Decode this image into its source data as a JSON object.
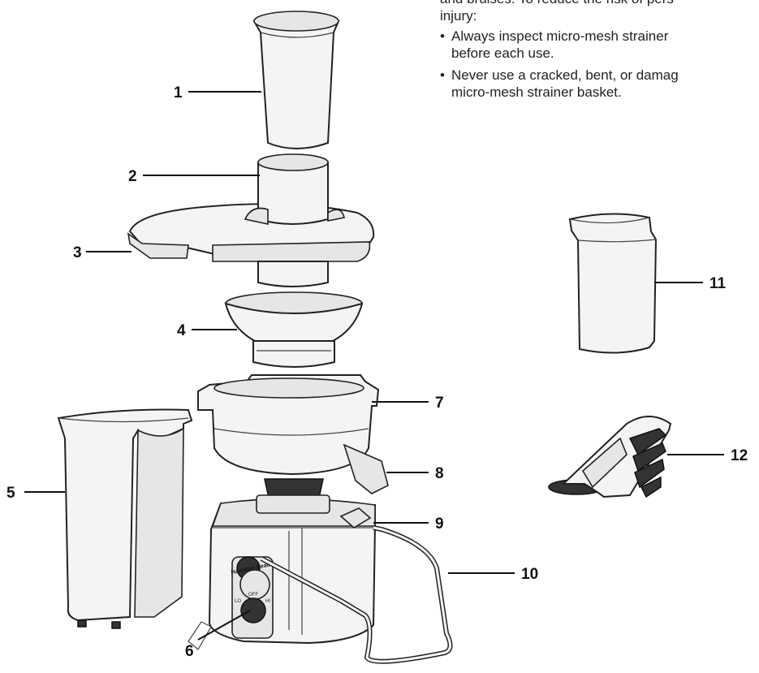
{
  "warning": {
    "lead_line": "and bruises. To reduce the risk of pers",
    "lead_line2": "injury:",
    "bullets": [
      {
        "line1": "Always inspect micro-mesh strainer",
        "line2": "before each use."
      },
      {
        "line1": "Never use a cracked, bent, or damag",
        "line2": "micro-mesh strainer basket."
      }
    ]
  },
  "labels": [
    "1",
    "2",
    "3",
    "4",
    "5",
    "6",
    "7",
    "8",
    "9",
    "10",
    "11",
    "12"
  ],
  "brand_mark": "Hamilton Beach",
  "dial_text": {
    "off": "OFF",
    "lo": "LO",
    "hi": "HI"
  }
}
